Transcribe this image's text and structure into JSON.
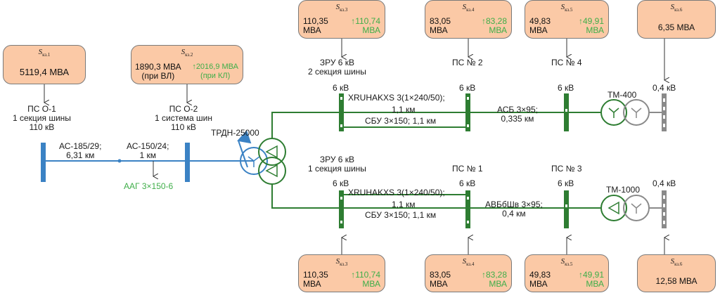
{
  "source_boxes": {
    "s_k1": {
      "sym": "S",
      "sub": "кз.1",
      "value": "5119,4 МВА"
    },
    "s_k2": {
      "sym": "S",
      "sub": "кз.2",
      "value": "1890,3 МВА\n(при ВЛ)",
      "alt": "↑2016,9 МВА\n(при КЛ)"
    },
    "s_k3_top": {
      "sym": "S",
      "sub": "кз.3",
      "value": "110,35\nМВА",
      "alt": "↑110,74\nМВА"
    },
    "s_k4_top": {
      "sym": "S",
      "sub": "кз.4",
      "value": "83,05\nМВА",
      "alt": "↑83,28\nМВА"
    },
    "s_k5_top": {
      "sym": "S",
      "sub": "кз.5",
      "value": "49,83\nМВА",
      "alt": "↑49,91\nМВА"
    },
    "s_k6_top": {
      "sym": "S",
      "sub": "кз.6",
      "value": "6,35 МВА"
    },
    "s_k3_bot": {
      "sym": "S",
      "sub": "кз.3",
      "value": "110,35\nМВА",
      "alt": "↑110,74\nМВА"
    },
    "s_k4_bot": {
      "sym": "S",
      "sub": "кз.4",
      "value": "83,05\nМВА",
      "alt": "↑83,28\nМВА"
    },
    "s_k5_bot": {
      "sym": "S",
      "sub": "кз.5",
      "value": "49,83\nМВА",
      "alt": "↑49,91\nМВА"
    },
    "s_k6_bot": {
      "sym": "S",
      "sub": "кз.6",
      "value": "12,58 МВА"
    }
  },
  "labels": {
    "ps_o1": "ПС О-1\n1 секция шины\n110 кВ",
    "ps_o2": "ПС О-2\n1 система шин\n110 кВ",
    "line_ac185": "АС-185/29;\n6,31 км",
    "line_ac150": "АС-150/24;\n1 км",
    "aag": "ААГ 3×150-6",
    "trdn": "ТРДН-25000",
    "zru_top": "ЗРУ 6 кВ\n2 секция шины",
    "zru_bot": "ЗРУ 6 кВ\n1 секция шины",
    "ps2": "ПС № 2",
    "ps4": "ПС № 4",
    "ps1": "ПС № 1",
    "ps3": "ПС № 3",
    "kv6_a": "6 кВ",
    "kv6_b": "6 кВ",
    "kv6_c": "6 кВ",
    "kv6_d": "6 кВ",
    "kv6_e": "6 кВ",
    "kv6_f": "6 кВ",
    "kv04_top": "0,4 кВ",
    "kv04_bot": "0,4 кВ",
    "cable_top_1": "XRUHAKXS 3(1×240/50);",
    "cable_top_2": "1,1 км",
    "cable_top_3": "СБУ 3×150; 1,1 км",
    "cable_bot_1": "XRUHAKXS 3(1×240/50);",
    "cable_bot_2": "1,1 км",
    "cable_bot_3": "СБУ 3×150; 1,1 км",
    "asb": "АСБ 3×95;\n0,335 км",
    "avvbshv": "АВБбШв 3×95;\n0,4 км",
    "tm400": "ТМ-400",
    "tm1000": "ТМ-1000"
  },
  "colors": {
    "box_fill": "#fbc9a6",
    "hv_line": "#3b82c4",
    "mv_line": "#2e7d32",
    "lv_line": "#8a8a8a",
    "alt_value": "#3fae49"
  }
}
